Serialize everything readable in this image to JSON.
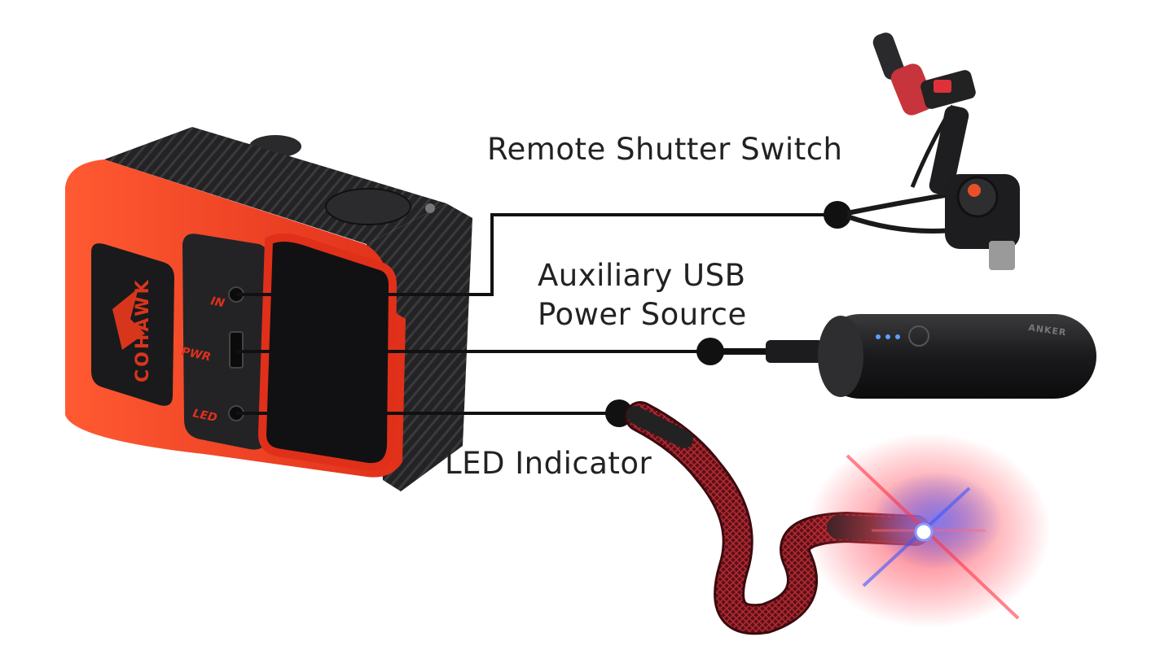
{
  "labels": {
    "remote_shutter": "Remote Shutter Switch",
    "usb_power_line1": "Auxiliary USB",
    "usb_power_line2": "Power Source",
    "led_indicator": "LED Indicator"
  },
  "camera": {
    "brand": "COHAWK",
    "port_in": "IN",
    "port_pwr": "PWR",
    "port_led": "LED"
  },
  "power_bank_brand": "ANKER",
  "colors": {
    "camera_orange": "#f23a1c",
    "camera_black": "#1b1b1d",
    "callout_line": "#111111",
    "cable_red": "#8c1b22",
    "led_red": "#ff3344",
    "led_blue": "#3a55ff"
  }
}
